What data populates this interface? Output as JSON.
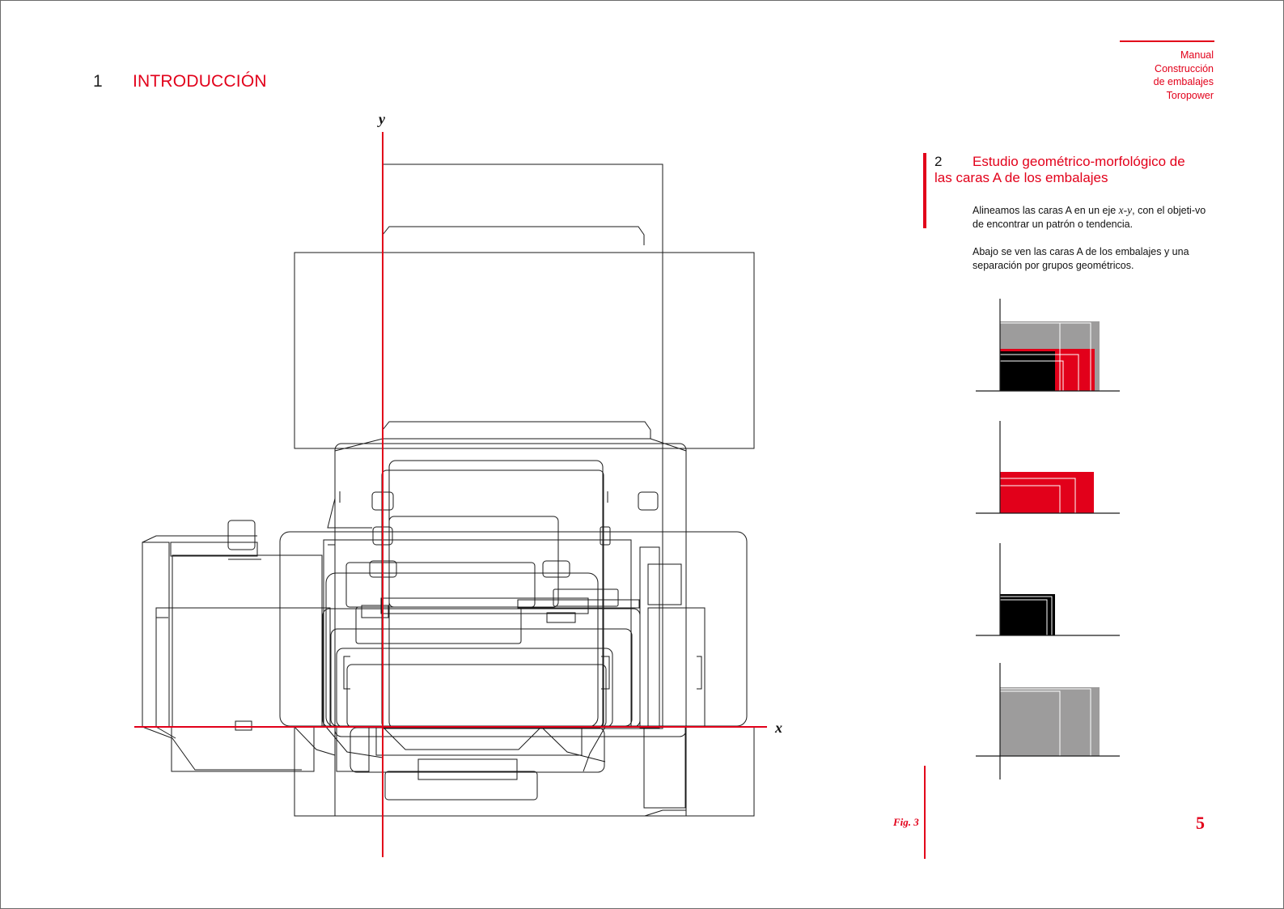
{
  "header": {
    "lines": [
      "Manual",
      "Construcción",
      "de embalajes",
      "Toropower"
    ]
  },
  "section": {
    "number": "1",
    "title": "INTRODUCCIÓN"
  },
  "subsection": {
    "number": "2",
    "title": "Estudio geométrico-morfológico de las caras A de los embalajes"
  },
  "paragraphs": {
    "p1_before": "Alineamos las caras A en un eje ",
    "p1_axis": "x-y",
    "p1_after": ", con el objeti-vo de encontrar un patrón o tendencia.",
    "p2": "Abajo se ven las caras A de los embalajes y una separación por grupos geométricos."
  },
  "diagram": {
    "x_label": "x",
    "y_label": "y"
  },
  "colors": {
    "accent": "#e2001a",
    "grey": "#9d9c9c",
    "black": "#000000",
    "line": "#1a1a1a"
  },
  "figure": {
    "label": "Fig. 3"
  },
  "page_number": "5"
}
